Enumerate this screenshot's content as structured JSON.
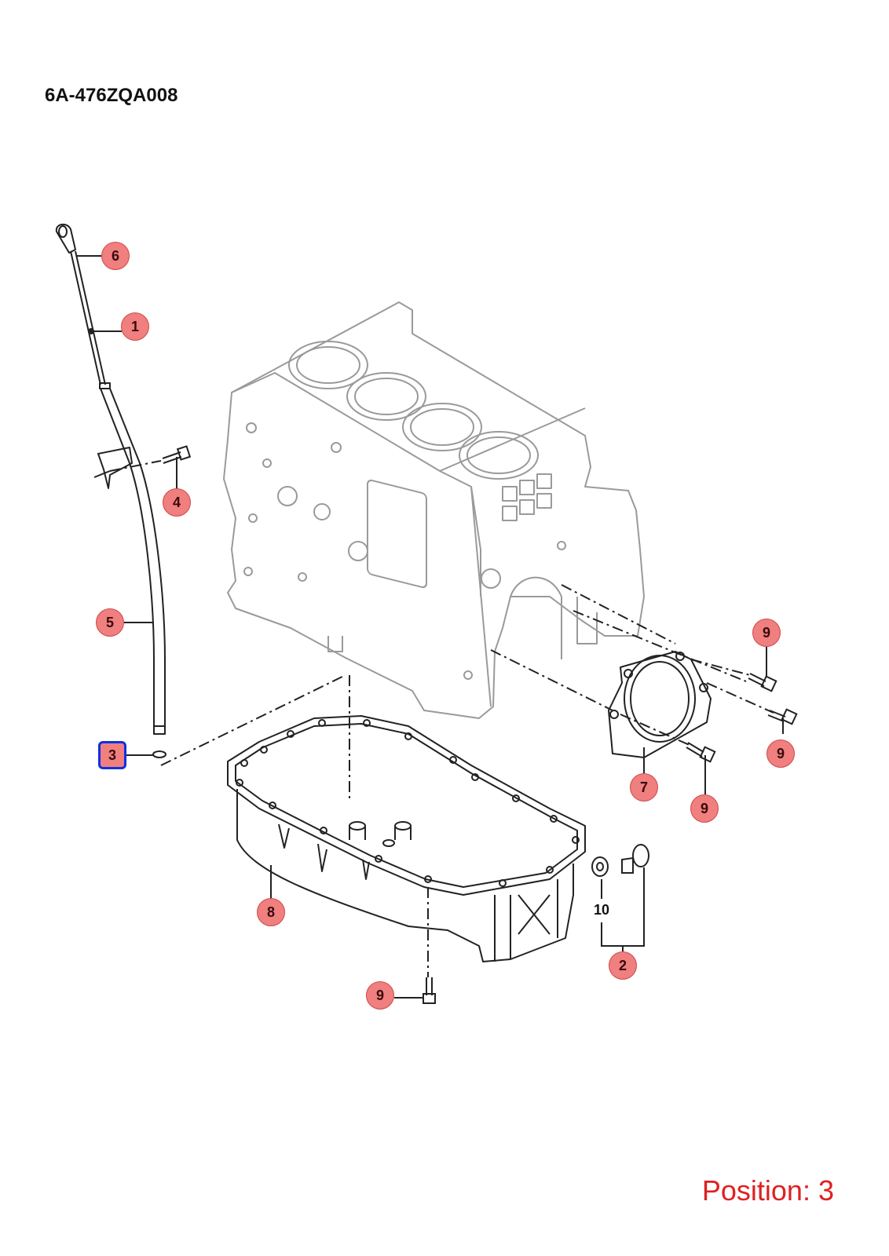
{
  "diagram": {
    "code": "6A-476ZQA008",
    "position_prefix": "Position:",
    "position_value": "3",
    "selected_callout": "3",
    "colors": {
      "callout_fill": "#f07f7f",
      "callout_border": "#d04848",
      "selection_border": "#1030e0",
      "position_text": "#e02020",
      "block_line": "#9a9a9a",
      "part_line": "#222222"
    }
  },
  "callouts": [
    {
      "id": "6",
      "label": "6"
    },
    {
      "id": "1",
      "label": "1"
    },
    {
      "id": "4",
      "label": "4"
    },
    {
      "id": "5",
      "label": "5"
    },
    {
      "id": "3",
      "label": "3"
    },
    {
      "id": "9a",
      "label": "9"
    },
    {
      "id": "9b",
      "label": "9"
    },
    {
      "id": "7",
      "label": "7"
    },
    {
      "id": "9c",
      "label": "9"
    },
    {
      "id": "8",
      "label": "8"
    },
    {
      "id": "2",
      "label": "2"
    },
    {
      "id": "9d",
      "label": "9"
    }
  ],
  "plain_labels": [
    {
      "id": "10",
      "label": "10"
    }
  ]
}
